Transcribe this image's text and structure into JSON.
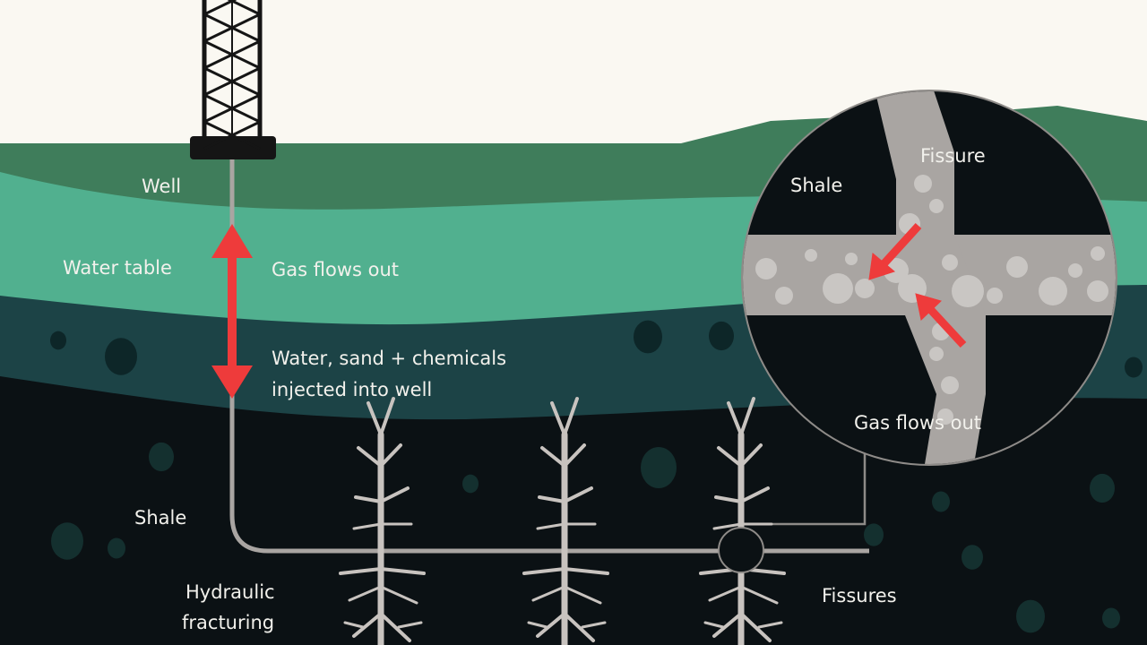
{
  "colors": {
    "sky": "#faf8f2",
    "surface": "#3f7d5b",
    "water_table": "#51b08f",
    "deep_layer": "#1c4346",
    "shale": "#0b1114",
    "arrow": "#ee3b3b",
    "fissure": "#a9a5a2",
    "pebble": "#c9c6c3",
    "rig": "#151515",
    "pipe": "#a9a5a2"
  },
  "labels": {
    "well": "Well",
    "water_table": "Water table",
    "gas_flows_out": "Gas flows out",
    "injected_line1": "Water, sand + chemicals",
    "injected_line2": "injected into well",
    "shale": "Shale",
    "hydraulic_line1": "Hydraulic",
    "hydraulic_line2": "fracturing",
    "fissures": "Fissures"
  },
  "inset": {
    "shale": "Shale",
    "fissure": "Fissure",
    "gas_flows_out": "Gas flows out"
  }
}
